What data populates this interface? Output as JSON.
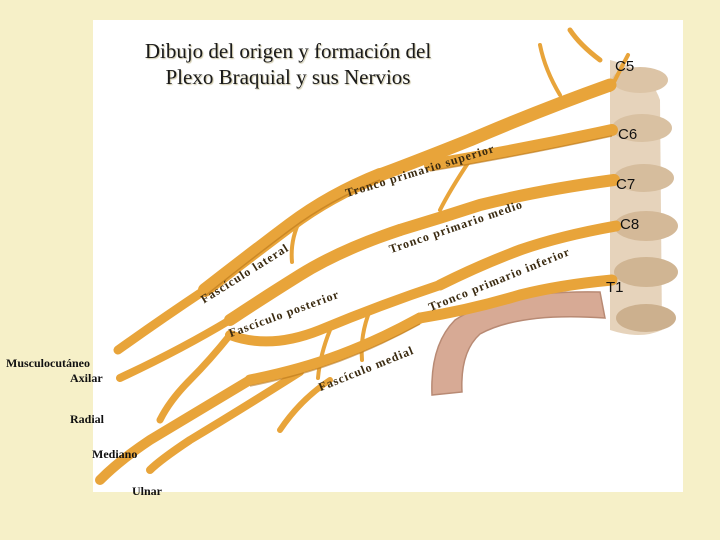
{
  "title": {
    "line1": "Dibujo del  origen y formación del",
    "line2": "Plexo Braquial y sus Nervios"
  },
  "vertebrae": [
    "C5",
    "C6",
    "C7",
    "C8",
    "T1"
  ],
  "trunks": {
    "superior": "Tronco primario superior",
    "medio": "Tronco primario medio",
    "inferior": "Tronco primario inferior"
  },
  "cords": {
    "lateral": "Fascículo lateral",
    "posterior": "Fascículo posterior",
    "medial": "Fascículo medial"
  },
  "nerves": {
    "musculocutaneo": "Musculocutáneo",
    "axilar": "Axilar",
    "radial": "Radial",
    "mediano": "Mediano",
    "ulnar": "Ulnar"
  },
  "colors": {
    "background": "#f6f0c8",
    "panel": "#ffffff",
    "nerve": "#e8a43a",
    "nerve_dark": "#b97618",
    "bone": "#d9c3a6"
  }
}
